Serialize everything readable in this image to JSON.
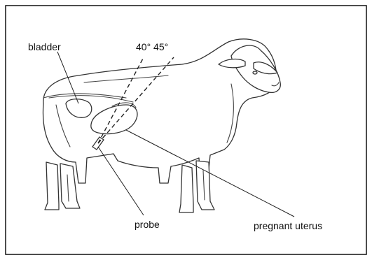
{
  "labels": {
    "bladder": "bladder",
    "angles": "40° 45°",
    "probe": "probe",
    "pregnant_uterus": "pregnant uterus"
  }
}
